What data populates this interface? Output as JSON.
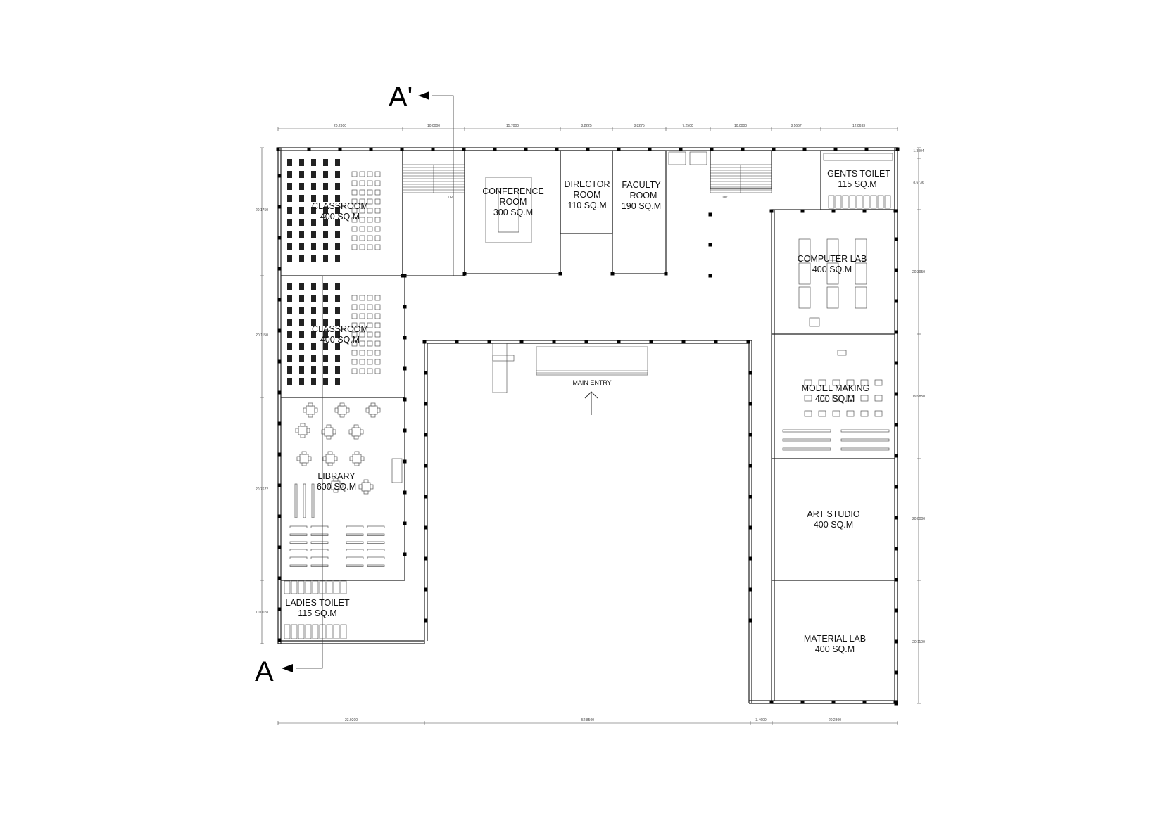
{
  "section_marks": {
    "top": "A'",
    "bottom": "A"
  },
  "rooms": {
    "classroom_1": [
      "CLASSROOM",
      "400 SQ.M"
    ],
    "classroom_2": [
      "CLASSROOM",
      "400 SQ.M"
    ],
    "library": [
      "LIBRARY",
      "600 SQ.M"
    ],
    "ladies_toilet": [
      "LADIES TOILET",
      "115 SQ.M"
    ],
    "conference": [
      "CONFERENCE",
      "ROOM",
      "300 SQ.M"
    ],
    "director": [
      "DIRECTOR",
      "ROOM",
      "110 SQ.M"
    ],
    "faculty": [
      "FACULTY",
      "ROOM",
      "190 SQ.M"
    ],
    "gents_toilet": [
      "GENTS TOILET",
      "115 SQ.M"
    ],
    "computer_lab": [
      "COMPUTER LAB",
      "400 SQ.M"
    ],
    "model_making": [
      "MODEL MAKING",
      "400 SQ.M"
    ],
    "art_studio": [
      "ART STUDIO",
      "400 SQ.M"
    ],
    "material_lab": [
      "MATERIAL LAB",
      "400 SQ.M"
    ]
  },
  "main_entry": "MAIN ENTRY",
  "stair_label": "UP",
  "top_dimensions": [
    "20.2300",
    "10.0000",
    "15.7000",
    "8.2225",
    "8.8275",
    "7.2500",
    "10.0000",
    "8.1667",
    "12.0633"
  ],
  "bottom_dimensions": [
    "23.9200",
    "52.8500",
    "3.4600",
    "20.2300"
  ],
  "left_dimensions": [
    "20.1750",
    "20.1150",
    "20.7622",
    "10.0078"
  ],
  "right_dimensions": [
    "1.3804",
    "8.6736",
    "20.3950",
    "19.9850",
    "20.0000",
    "20.1100"
  ]
}
